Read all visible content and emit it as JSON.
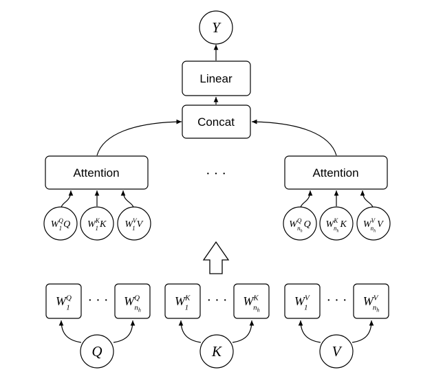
{
  "nodes": {
    "output": {
      "var": "Y"
    },
    "linear": {
      "label": "Linear"
    },
    "concat": {
      "label": "Concat"
    },
    "attention_left": {
      "label": "Attention"
    },
    "attention_right": {
      "label": "Attention"
    },
    "heads_ellipsis": "· · ·",
    "inputs": [
      {
        "var": "Q"
      },
      {
        "var": "K"
      },
      {
        "var": "V"
      }
    ],
    "proj_left": [
      {
        "w": "W",
        "sup": "Q",
        "sub": "1",
        "arg": "Q"
      },
      {
        "w": "W",
        "sup": "K",
        "sub": "1",
        "arg": "K"
      },
      {
        "w": "W",
        "sup": "V",
        "sub": "1",
        "arg": "V"
      }
    ],
    "proj_right": [
      {
        "w": "W",
        "sup": "Q",
        "sub": "n",
        "subsub": "h",
        "arg": "Q"
      },
      {
        "w": "W",
        "sup": "K",
        "sub": "n",
        "subsub": "h",
        "arg": "K"
      },
      {
        "w": "W",
        "sup": "V",
        "sub": "n",
        "subsub": "h",
        "arg": "V"
      }
    ],
    "weight_groups": [
      {
        "first": {
          "w": "W",
          "sup": "Q",
          "sub": "1"
        },
        "ellipsis": "· · ·",
        "last": {
          "w": "W",
          "sup": "Q",
          "sub": "n",
          "subsub": "h"
        }
      },
      {
        "first": {
          "w": "W",
          "sup": "K",
          "sub": "1"
        },
        "ellipsis": "· · ·",
        "last": {
          "w": "W",
          "sup": "K",
          "sub": "n",
          "subsub": "h"
        }
      },
      {
        "first": {
          "w": "W",
          "sup": "V",
          "sub": "1"
        },
        "ellipsis": "· · ·",
        "last": {
          "w": "W",
          "sup": "V",
          "sub": "n",
          "subsub": "h"
        }
      }
    ]
  }
}
